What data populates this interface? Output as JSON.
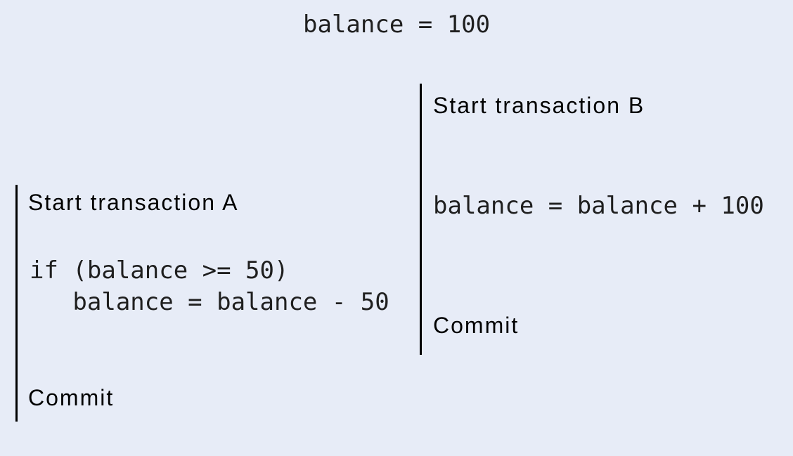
{
  "title": "balance = 100",
  "colors": {
    "background": "#e7ecf7",
    "timeline": "#000000",
    "label_text": "#000000",
    "code_text": "#1f1f1f"
  },
  "transactions": [
    {
      "id": "A",
      "start_label": "Start transaction A",
      "code_lines": [
        "if (balance >= 50)",
        "   balance = balance - 50"
      ],
      "commit_label": "Commit"
    },
    {
      "id": "B",
      "start_label": "Start transaction B",
      "code_lines": [
        "balance = balance + 100"
      ],
      "commit_label": "Commit"
    }
  ]
}
